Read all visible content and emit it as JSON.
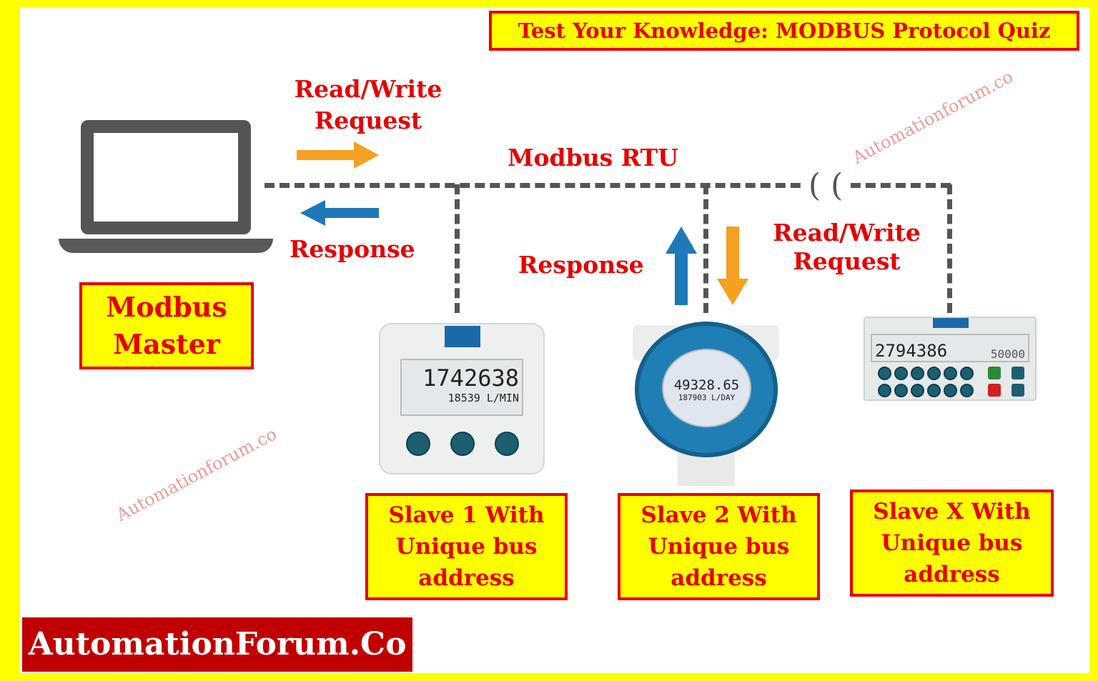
{
  "title": "Test Your Knowledge: MODBUS Protocol Quiz",
  "labels": {
    "request_top": "Read/Write\nRequest",
    "response_left": "Response",
    "bus": "Modbus RTU",
    "response_mid": "Response",
    "request_right": "Read/Write\nRequest"
  },
  "master": {
    "line1": "Modbus",
    "line2": "Master"
  },
  "slaves": [
    {
      "line1": "Slave 1 With",
      "line2": "Unique bus",
      "line3": "address",
      "display_main": "1742638",
      "display_sub": "18539  L/MIN"
    },
    {
      "line1": "Slave 2 With",
      "line2": "Unique bus",
      "line3": "address",
      "display_main": "49328.65",
      "display_sub": "187903 L/DAY"
    },
    {
      "line1": "Slave X With",
      "line2": "Unique bus",
      "line3": "address",
      "display_main": "2794386",
      "display_sub": "50000"
    }
  ],
  "watermark": "Automationforum.co",
  "brand": "AutomationForum.Co",
  "colors": {
    "frame": "#ffff00",
    "label_red": "#e60000",
    "brand_bg": "#c00000",
    "arrow_orange": "#f5a020",
    "arrow_blue": "#1f78b8",
    "bus_line": "#555555"
  }
}
